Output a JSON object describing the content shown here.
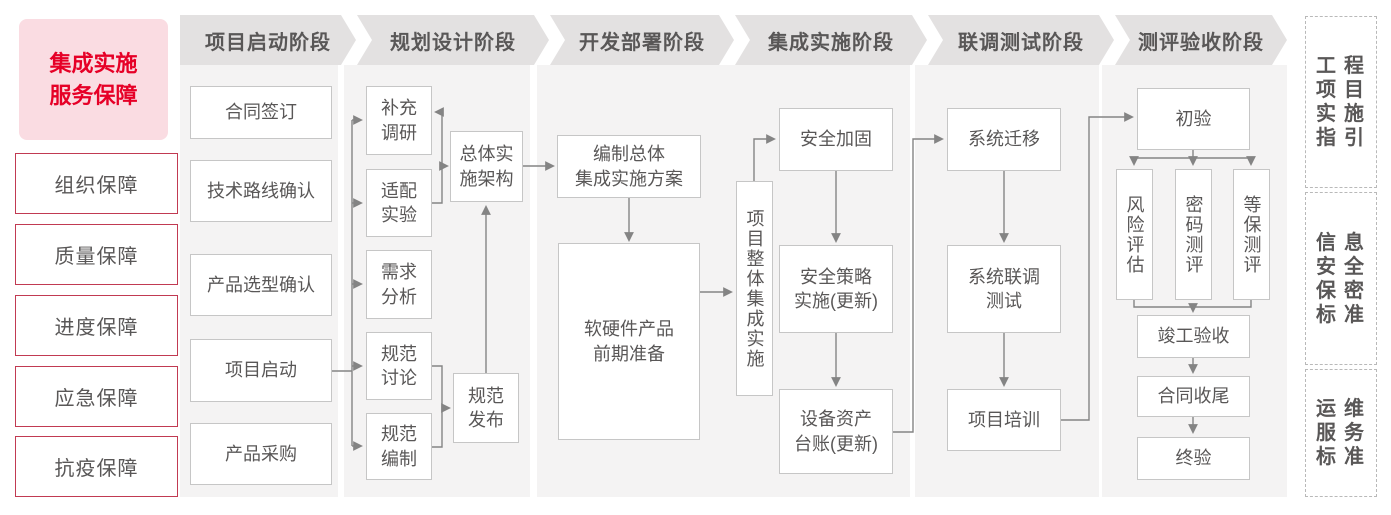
{
  "left_panel": {
    "title": "集成实施\n服务保障",
    "items": [
      "组织保障",
      "质量保障",
      "进度保障",
      "应急保障",
      "抗疫保障"
    ]
  },
  "phases": [
    "项目启动阶段",
    "规划设计阶段",
    "开发部署阶段",
    "集成实施阶段",
    "联调测试阶段",
    "测评验收阶段"
  ],
  "boxes": {
    "contract_signing": "合同签订",
    "tech_route": "技术路线确认",
    "product_selection": "产品选型确认",
    "project_kickoff": "项目启动",
    "procurement": "产品采购",
    "supplementary_research": "补充\n调研",
    "adaptation_experiment": "适配\n实验",
    "requirement_analysis": "需求\n分析",
    "spec_discussion": "规范\n讨论",
    "spec_drafting": "规范\n编制",
    "overall_architecture": "总体实\n施架构",
    "spec_release": "规范\n发布",
    "overall_plan": "编制总体\n集成实施方案",
    "product_preparation": "软硬件产品\n前期准备",
    "overall_integration": "项目整体集成实施",
    "security_hardening": "安全加固",
    "security_policy": "安全策略\n实施(更新)",
    "asset_ledger": "设备资产\n台账(更新)",
    "system_migration": "系统迁移",
    "joint_testing": "系统联调\n测试",
    "project_training": "项目培训",
    "initial_acceptance": "初验",
    "risk_assessment": "风险评估",
    "crypto_testing": "密码测评",
    "mlps_testing": "等保测评",
    "completion_acceptance": "竣工验收",
    "contract_closure": "合同收尾",
    "final_acceptance": "终验"
  },
  "right_panel": {
    "items": [
      "工程\n项目\n实施\n指引",
      "信息\n安全\n保密\n标准",
      "运维\n服务\n标准"
    ]
  },
  "colors": {
    "accent_red": "#e60027",
    "pink_bg": "#fadce2",
    "red_border": "#c13a52",
    "phase_header_bg": "#e3e1e1",
    "column_bg": "#f4f3f3",
    "box_border": "#c6c6c6",
    "line_gray": "#848484",
    "text_gray": "#595757"
  }
}
